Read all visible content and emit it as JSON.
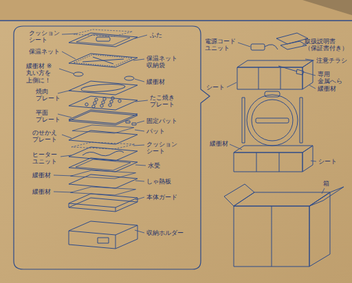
{
  "diagram": {
    "labels": [
      "クッション シート",
      "ふた",
      "保温ネット",
      "保温ネット 収納袋",
      "緩衝材 ※丸い方を 上側に！",
      "緩衝材",
      "焼肉 プレート",
      "たこ焼き プレート",
      "平面 プレート",
      "固定パット",
      "のせかえ プレート",
      "パット",
      "ヒーター ユニット",
      "クッション シート",
      "水受",
      "緩衝材",
      "しゃ熱板",
      "緩衝材",
      "本体ガード",
      "収納ホルダー",
      "電源コード ユニット",
      "取扱説明書 （保証書付き）",
      "注意チラシ",
      "専用 金属へら",
      "シート",
      "緩衝材",
      "緩衝材",
      "シート",
      "箱"
    ]
  }
}
